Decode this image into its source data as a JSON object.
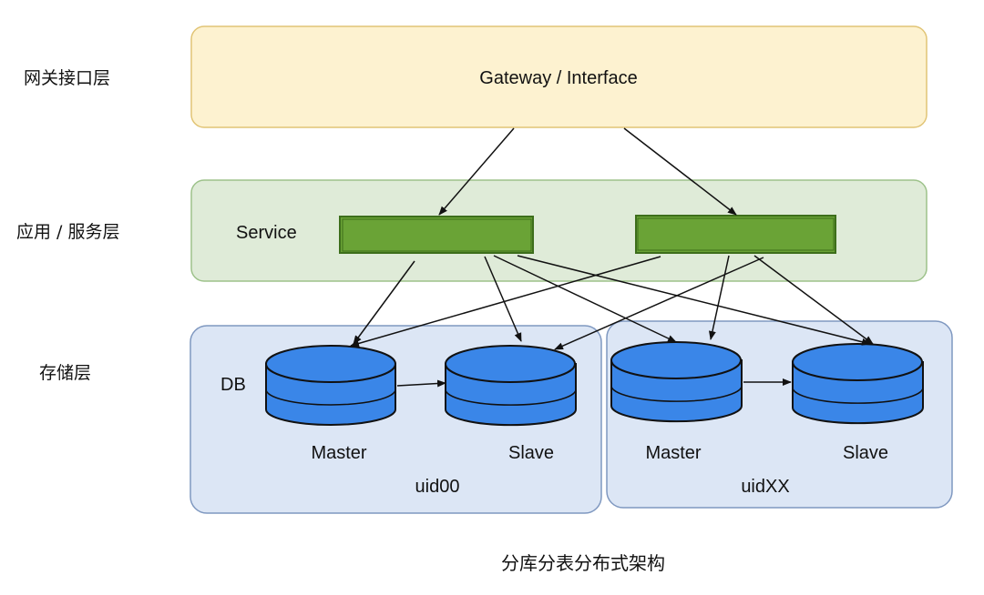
{
  "layers": {
    "gateway": "网关接口层",
    "service": "应用 / 服务层",
    "storage": "存储层"
  },
  "gateway_box": {
    "label": "Gateway / Interface",
    "fill": "#FDF2D0",
    "stroke": "#E1C475"
  },
  "service_box": {
    "label": "Service",
    "fill": "#DFEBD8",
    "stroke": "#9DC28A",
    "node_fill": "#6AA336",
    "node_stroke": "#3D6E1B"
  },
  "storage": {
    "db_label": "DB",
    "fill": "#DCE6F5",
    "stroke": "#7F98C0",
    "db_fill": "#3A86E8",
    "db_stroke": "#111111",
    "groups": [
      {
        "name": "uid00",
        "master": "Master",
        "slave": "Slave"
      },
      {
        "name": "uidXX",
        "master": "Master",
        "slave": "Slave"
      }
    ]
  },
  "caption": "分库分表分布式架构"
}
